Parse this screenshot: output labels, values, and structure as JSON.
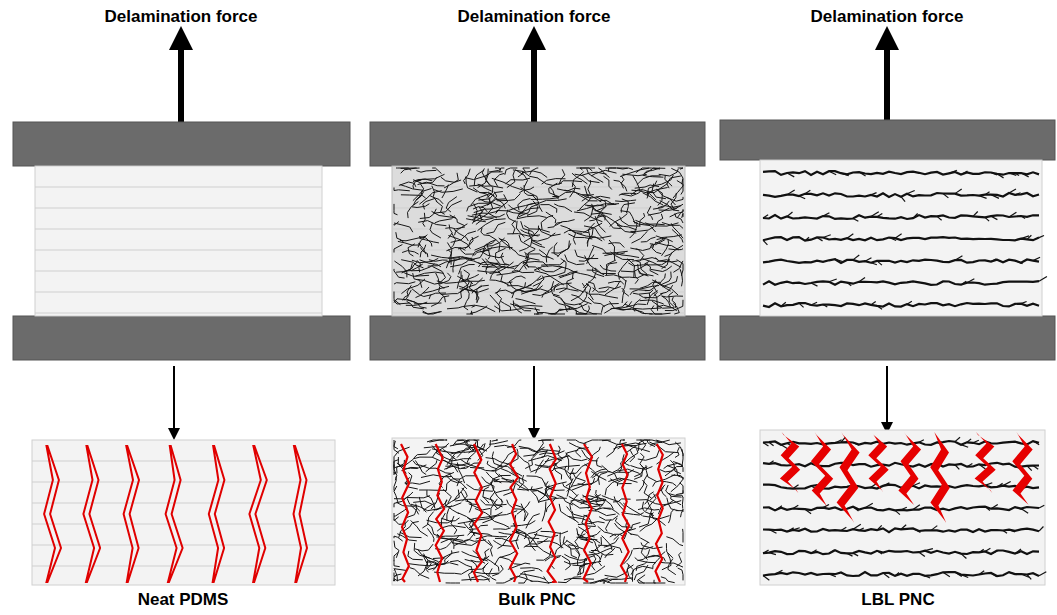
{
  "diagram": {
    "labels": [
      "Delamination force",
      "Delamination force",
      "Delamination force",
      "Neat PDMS",
      "Bulk PNC",
      "LBL PNC"
    ]
  }
}
